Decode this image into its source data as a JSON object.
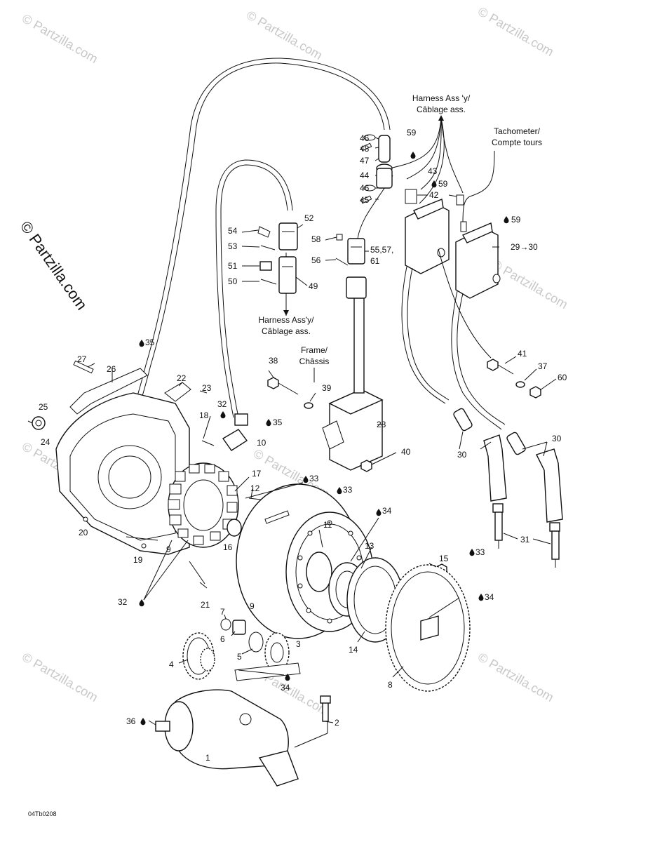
{
  "watermark": {
    "text": "© Partzilla.com",
    "side_text": "© Partzilla.com"
  },
  "figure_code": "04Tb0208",
  "callouts": {
    "harness_top": [
      "Harness Ass 'y/",
      "Câblage ass."
    ],
    "tachometer": [
      "Tachometer/",
      "Compte tours"
    ],
    "harness_mid": [
      "Harness Ass'y/",
      "Câblage ass."
    ],
    "frame": [
      "Frame/",
      "Châssis"
    ]
  },
  "part_labels": [
    {
      "id": "l46a",
      "text": "46"
    },
    {
      "id": "l48",
      "text": "48"
    },
    {
      "id": "l47",
      "text": "47"
    },
    {
      "id": "l59a",
      "text": "59"
    },
    {
      "id": "l44",
      "text": "44"
    },
    {
      "id": "l43",
      "text": "43"
    },
    {
      "id": "l59b",
      "text": "59"
    },
    {
      "id": "l46b",
      "text": "46"
    },
    {
      "id": "l42",
      "text": "42"
    },
    {
      "id": "l45",
      "text": "45"
    },
    {
      "id": "l59c",
      "text": "59"
    },
    {
      "id": "l52",
      "text": "52"
    },
    {
      "id": "l54",
      "text": "54"
    },
    {
      "id": "l58",
      "text": "58"
    },
    {
      "id": "l53",
      "text": "53"
    },
    {
      "id": "l2930",
      "text": "29→30"
    },
    {
      "id": "l555761",
      "text": "55,57,"
    },
    {
      "id": "l61",
      "text": "61"
    },
    {
      "id": "l51",
      "text": "51"
    },
    {
      "id": "l56",
      "text": "56"
    },
    {
      "id": "l50",
      "text": "50"
    },
    {
      "id": "l49",
      "text": "49"
    },
    {
      "id": "l35a",
      "text": "35"
    },
    {
      "id": "l27",
      "text": "27"
    },
    {
      "id": "l26",
      "text": "26"
    },
    {
      "id": "l22",
      "text": "22"
    },
    {
      "id": "l38",
      "text": "38"
    },
    {
      "id": "l41",
      "text": "41"
    },
    {
      "id": "l37",
      "text": "37"
    },
    {
      "id": "l60",
      "text": "60"
    },
    {
      "id": "l23",
      "text": "23"
    },
    {
      "id": "l39",
      "text": "39"
    },
    {
      "id": "l25",
      "text": "25"
    },
    {
      "id": "l32a",
      "text": "32"
    },
    {
      "id": "l18",
      "text": "18"
    },
    {
      "id": "l35b",
      "text": "35"
    },
    {
      "id": "l24",
      "text": "24"
    },
    {
      "id": "l10",
      "text": "10"
    },
    {
      "id": "l28",
      "text": "28"
    },
    {
      "id": "l30a",
      "text": "30"
    },
    {
      "id": "l30b",
      "text": "30"
    },
    {
      "id": "l40",
      "text": "40"
    },
    {
      "id": "l17",
      "text": "17"
    },
    {
      "id": "l33a",
      "text": "33"
    },
    {
      "id": "l12",
      "text": "12"
    },
    {
      "id": "l33b",
      "text": "33"
    },
    {
      "id": "l34a",
      "text": "34"
    },
    {
      "id": "l20",
      "text": "20"
    },
    {
      "id": "l11",
      "text": "11"
    },
    {
      "id": "l16",
      "text": "16"
    },
    {
      "id": "l19",
      "text": "19"
    },
    {
      "id": "l9a",
      "text": "9"
    },
    {
      "id": "l31",
      "text": "31"
    },
    {
      "id": "l13",
      "text": "13"
    },
    {
      "id": "l15",
      "text": "15"
    },
    {
      "id": "l33c",
      "text": "33"
    },
    {
      "id": "l32b",
      "text": "32"
    },
    {
      "id": "l21",
      "text": "21"
    },
    {
      "id": "l9b",
      "text": "9"
    },
    {
      "id": "l34b",
      "text": "34"
    },
    {
      "id": "l7",
      "text": "7"
    },
    {
      "id": "l6",
      "text": "6"
    },
    {
      "id": "l3",
      "text": "3"
    },
    {
      "id": "l14",
      "text": "14"
    },
    {
      "id": "l5",
      "text": "5"
    },
    {
      "id": "l4",
      "text": "4"
    },
    {
      "id": "l34c",
      "text": "34"
    },
    {
      "id": "l8",
      "text": "8"
    },
    {
      "id": "l2",
      "text": "2"
    },
    {
      "id": "l36",
      "text": "36"
    },
    {
      "id": "l1",
      "text": "1"
    }
  ]
}
